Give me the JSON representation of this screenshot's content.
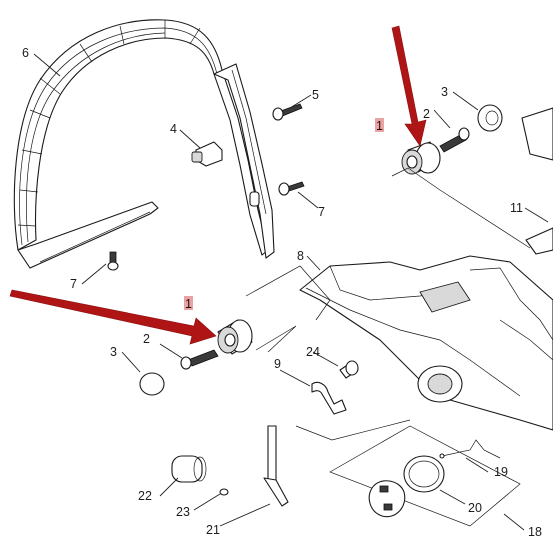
{
  "figure": {
    "type": "exploded parts diagram",
    "accent_color": "#b01515",
    "highlight_color": "#e8a4a4"
  },
  "callouts": [
    {
      "id": "c1a",
      "label": "1",
      "highlighted": true
    },
    {
      "id": "c1b",
      "label": "1",
      "highlighted": true
    },
    {
      "id": "c2a",
      "label": "2",
      "highlighted": false
    },
    {
      "id": "c2b",
      "label": "2",
      "highlighted": false
    },
    {
      "id": "c3a",
      "label": "3",
      "highlighted": false
    },
    {
      "id": "c3b",
      "label": "3",
      "highlighted": false
    },
    {
      "id": "c4",
      "label": "4",
      "highlighted": false
    },
    {
      "id": "c5",
      "label": "5",
      "highlighted": false
    },
    {
      "id": "c6",
      "label": "6",
      "highlighted": false
    },
    {
      "id": "c7a",
      "label": "7",
      "highlighted": false
    },
    {
      "id": "c7b",
      "label": "7",
      "highlighted": false
    },
    {
      "id": "c8",
      "label": "8",
      "highlighted": false
    },
    {
      "id": "c9",
      "label": "9",
      "highlighted": false
    },
    {
      "id": "c11",
      "label": "11",
      "highlighted": false
    },
    {
      "id": "c18",
      "label": "18",
      "highlighted": false
    },
    {
      "id": "c19",
      "label": "19",
      "highlighted": false
    },
    {
      "id": "c20",
      "label": "20",
      "highlighted": false
    },
    {
      "id": "c21",
      "label": "21",
      "highlighted": false
    },
    {
      "id": "c22",
      "label": "22",
      "highlighted": false
    },
    {
      "id": "c23",
      "label": "23",
      "highlighted": false
    },
    {
      "id": "c24",
      "label": "24",
      "highlighted": false
    }
  ],
  "annotations": [
    {
      "id": "arrow-upper",
      "icon": "red-arrow-icon",
      "points_to": "1"
    },
    {
      "id": "arrow-lower",
      "icon": "red-arrow-icon",
      "points_to": "1"
    }
  ]
}
